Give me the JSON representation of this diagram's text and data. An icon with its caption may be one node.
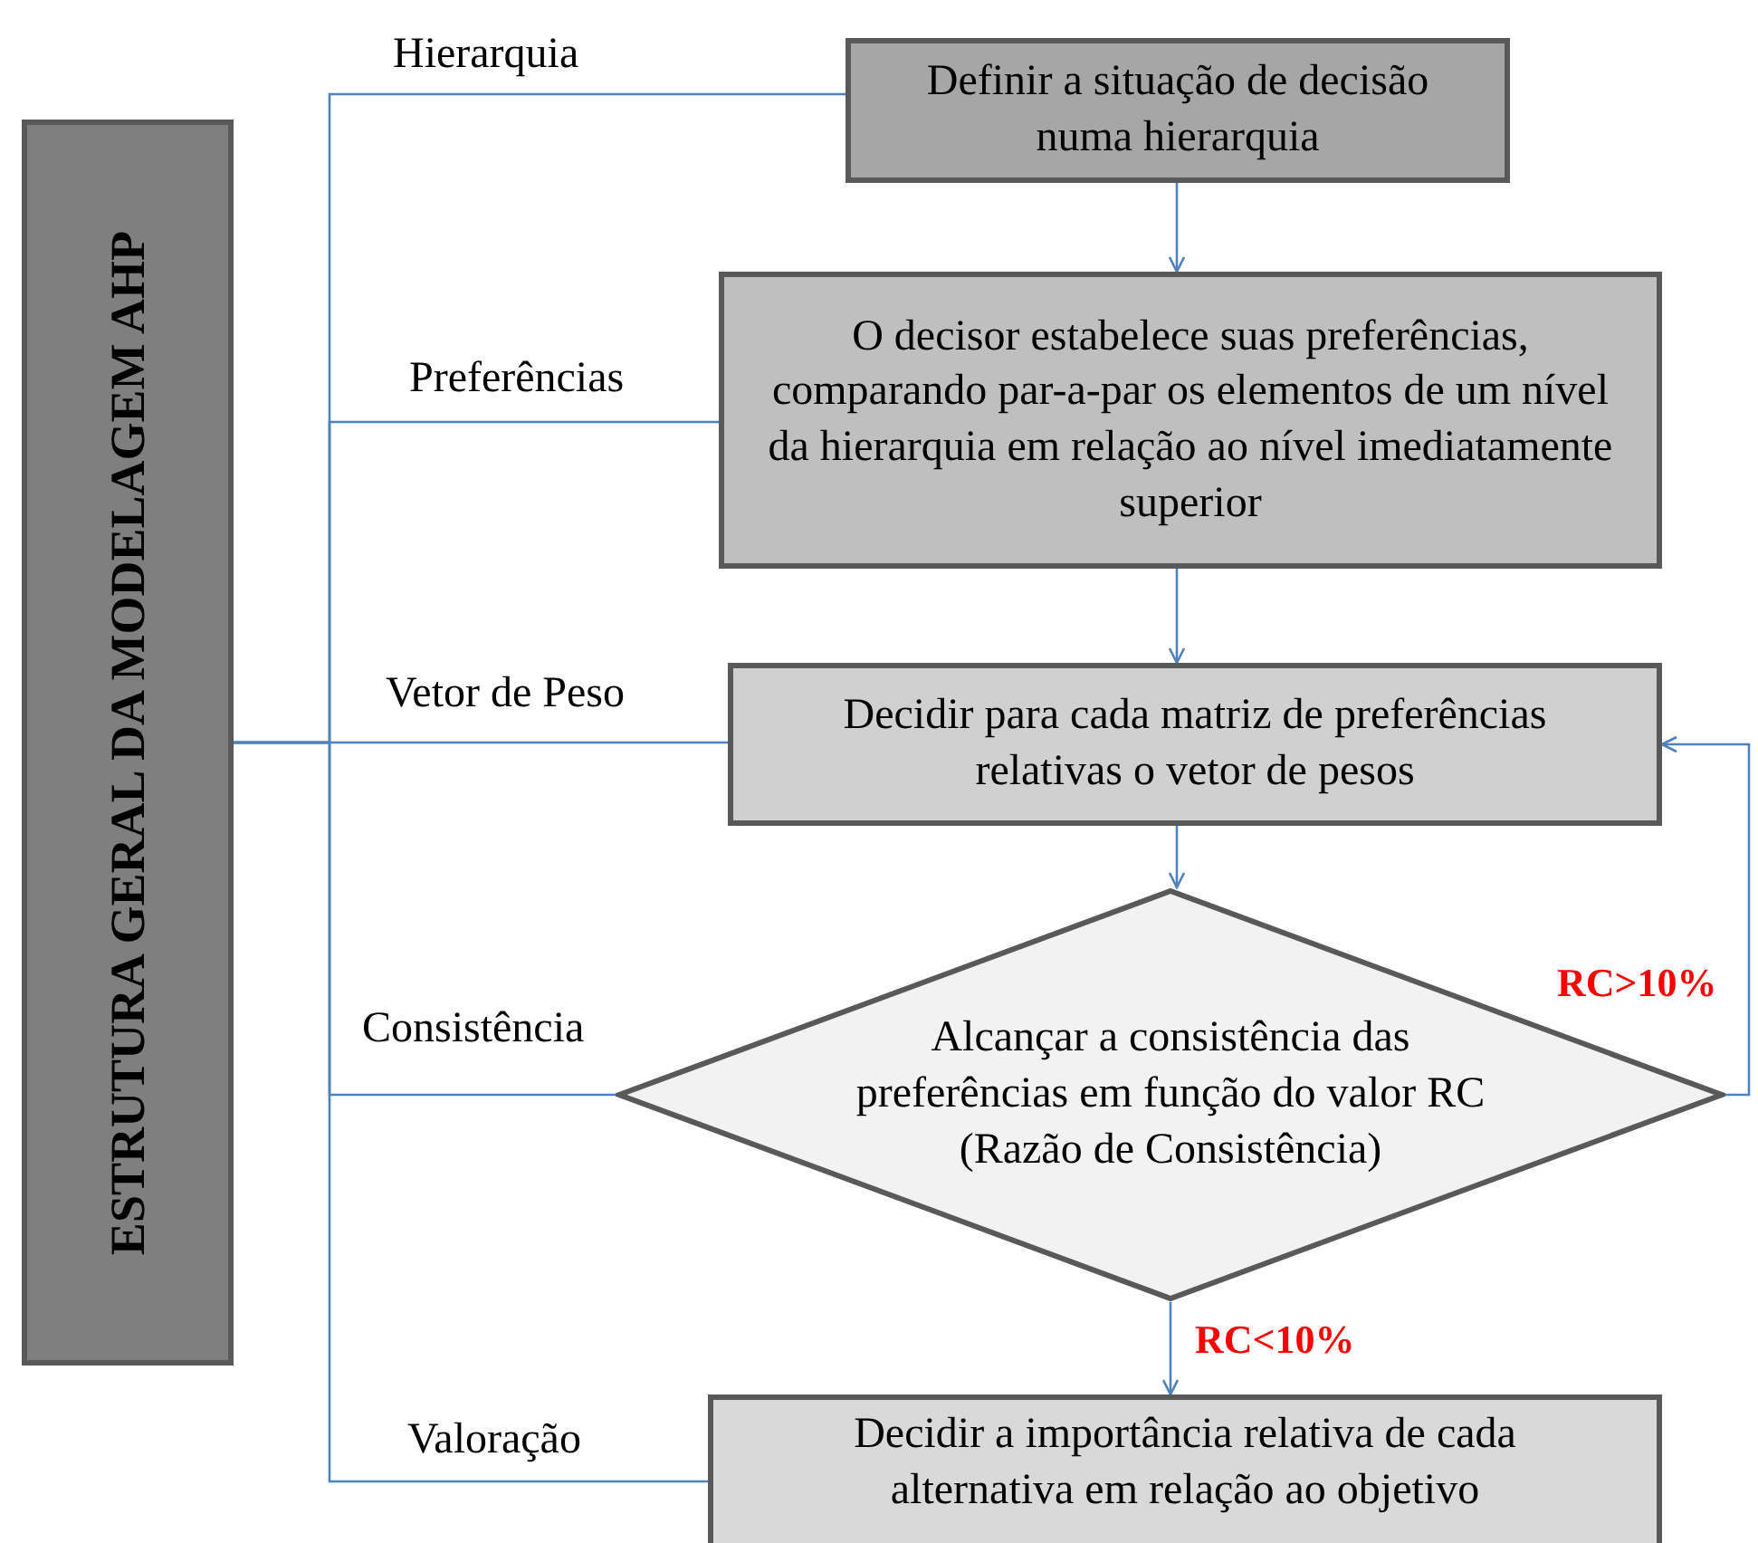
{
  "diagram": {
    "nodes": [
      {
        "text": [
          "ESTRUTURA GERAL DA MODELAGEM AHP"
        ]
      },
      {
        "text": [
          "Definir a situação de decisão numa hierarquia"
        ]
      },
      {
        "text": [
          "O decisor estabelece suas preferências, comparando par-a-par os elementos de um nível da hierarquia em relação ao nível imediatamente superior"
        ]
      },
      {
        "text": [
          "Decidir para cada matriz de preferências relativas o vetor de pesos"
        ]
      },
      {
        "text": [
          "Alcançar a consistência das preferências em função do valor RC (Razão de Consistência)"
        ]
      },
      {
        "text": [
          "Decidir a importância relativa de cada alternativa em relação ao objetivo"
        ]
      }
    ],
    "edges": [
      {
        "from": 0,
        "to": 1,
        "arrow": "none",
        "label": "Hierarquia"
      },
      {
        "from": 0,
        "to": 2,
        "arrow": "none",
        "label": "Preferências"
      },
      {
        "from": 0,
        "to": 3,
        "arrow": "none",
        "label": "Vetor de Peso"
      },
      {
        "from": 0,
        "to": 4,
        "arrow": "none",
        "label": "Consistência"
      },
      {
        "from": 0,
        "to": 5,
        "arrow": "none",
        "label": "Valoração"
      },
      {
        "from": 1,
        "to": 2,
        "arrow": "to"
      },
      {
        "from": 2,
        "to": 3,
        "arrow": "to"
      },
      {
        "from": 3,
        "to": 4,
        "arrow": "to"
      },
      {
        "from": 4,
        "to": 5,
        "arrow": "to",
        "label": "RC<10%"
      },
      {
        "from": 4,
        "to": 3,
        "arrow": "to",
        "label": "RC>10%"
      }
    ]
  }
}
